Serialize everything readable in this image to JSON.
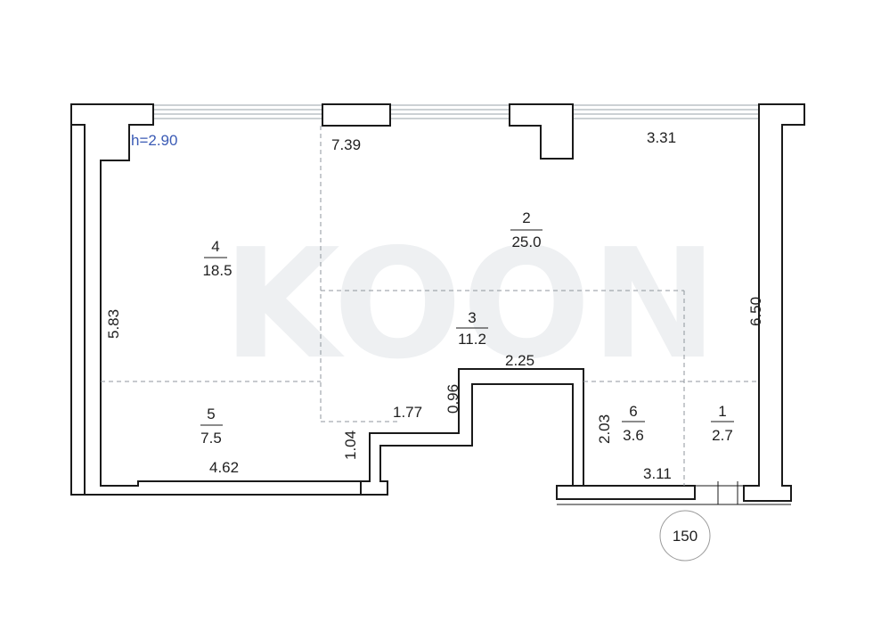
{
  "plan": {
    "ceiling_height": "h=2.90",
    "watermark": "KOON",
    "apartment_number": "150",
    "rooms": [
      {
        "number": "1",
        "area": "2.7"
      },
      {
        "number": "2",
        "area": "25.0"
      },
      {
        "number": "3",
        "area": "11.2"
      },
      {
        "number": "4",
        "area": "18.5"
      },
      {
        "number": "5",
        "area": "7.5"
      },
      {
        "number": "6",
        "area": "3.6"
      }
    ],
    "dimensions": {
      "d_7_39": "7.39",
      "d_3_31": "3.31",
      "d_5_83": "5.83",
      "d_6_50": "6.50",
      "d_2_25": "2.25",
      "d_0_96": "0.96",
      "d_1_77": "1.77",
      "d_2_03": "2.03",
      "d_1_04": "1.04",
      "d_4_62": "4.62",
      "d_3_11": "3.11"
    },
    "colors": {
      "wall": "#1a1a1a",
      "height_label": "#3b5bb5",
      "dashed": "#8f969c"
    }
  }
}
